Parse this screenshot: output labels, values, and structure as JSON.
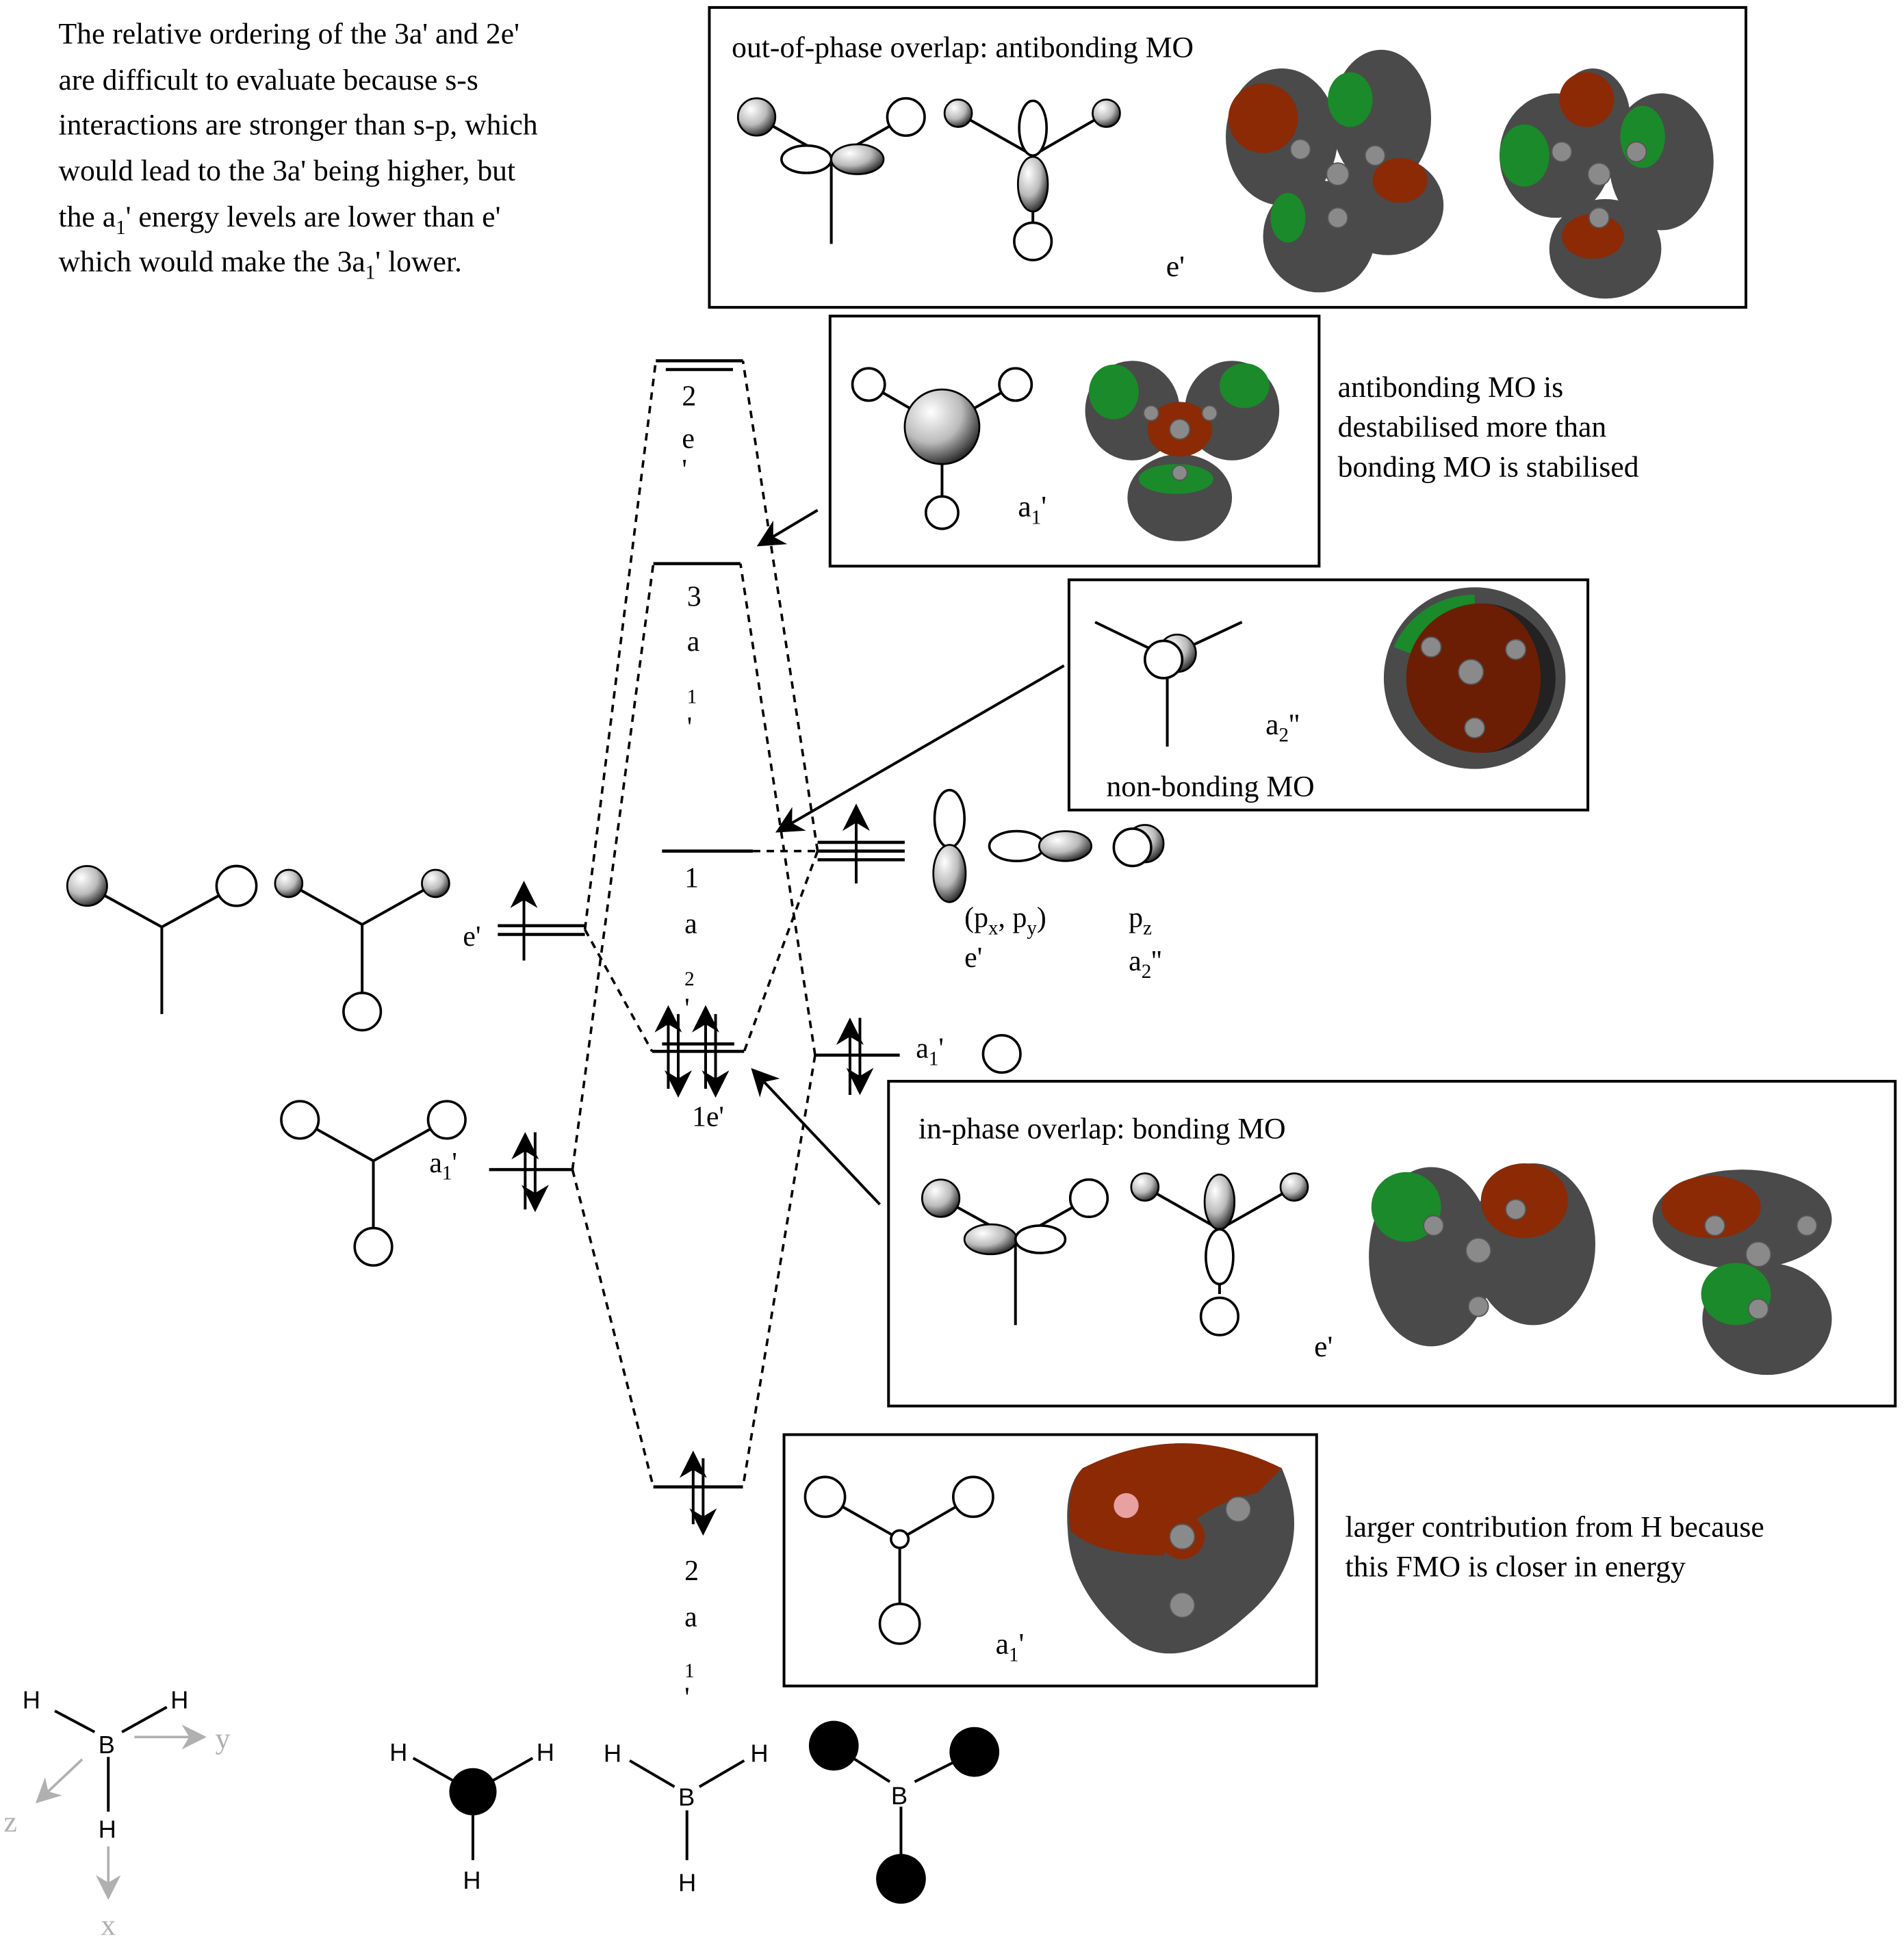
{
  "note": {
    "line1": "The relative ordering of the 3a' and 2e'",
    "line2": "are difficult to evaluate because s-s",
    "line3": "interactions are stronger than s-p, which",
    "line4": "would lead to the 3a' being higher, but",
    "line5_a": "the a",
    "line5_sub": "1",
    "line5_b": "' energy levels are lower than e'",
    "line6_a": "which would make the 3a",
    "line6_sub": "1",
    "line6_b": "' lower."
  },
  "boxes": {
    "antibonding": {
      "title": "out-of-phase overlap: antibonding MO",
      "sym": "e'"
    },
    "a1_anti": {
      "sym": "a",
      "sym_sub": "1",
      "sym_suffix": "'",
      "comment": [
        "antibonding MO is",
        "destabilised more than",
        "bonding MO is stabilised"
      ]
    },
    "nonbonding": {
      "sym": "a",
      "sym_sub": "2",
      "sym_suffix": "''",
      "title": "non-bonding MO"
    },
    "bonding": {
      "title": "in-phase overlap: bonding MO",
      "sym": "e'"
    },
    "a1_bond": {
      "sym": "a",
      "sym_sub": "1",
      "sym_suffix": "'",
      "comment": [
        "larger contribution from H because",
        "this FMO is closer in energy"
      ]
    }
  },
  "levels": {
    "l2e": [
      "2",
      "e",
      "'"
    ],
    "l3a1": [
      "3",
      "a",
      "1",
      "'"
    ],
    "l1a2": [
      "1",
      "a",
      "2",
      "'"
    ],
    "l1e": "1e'",
    "l2a1": [
      "2",
      "a",
      "1",
      "'"
    ]
  },
  "fragments": {
    "h3_e": "e'",
    "h3_a1": {
      "sym": "a",
      "sub": "1",
      "suffix": "'"
    },
    "b_p_label": {
      "open": "(p",
      "x": "x",
      "mid": ", p",
      "y": "y",
      "close": ")"
    },
    "b_p_sym": "e'",
    "b_pz": {
      "p": "p",
      "sub": "z"
    },
    "b_pz_sym": {
      "a": "a",
      "sub": "2",
      "suffix": "''"
    },
    "b_a1": {
      "sym": "a",
      "sub": "1",
      "suffix": "'"
    }
  },
  "axes": {
    "B": "B",
    "H": "H",
    "x": "x",
    "y": "y",
    "z": "z"
  },
  "bottom": {
    "H": "H",
    "B": "B"
  },
  "colors": {
    "phase_positive": "#8b2a05",
    "phase_negative": "#1a8a2a",
    "isosurface": "#4a4a4a"
  }
}
